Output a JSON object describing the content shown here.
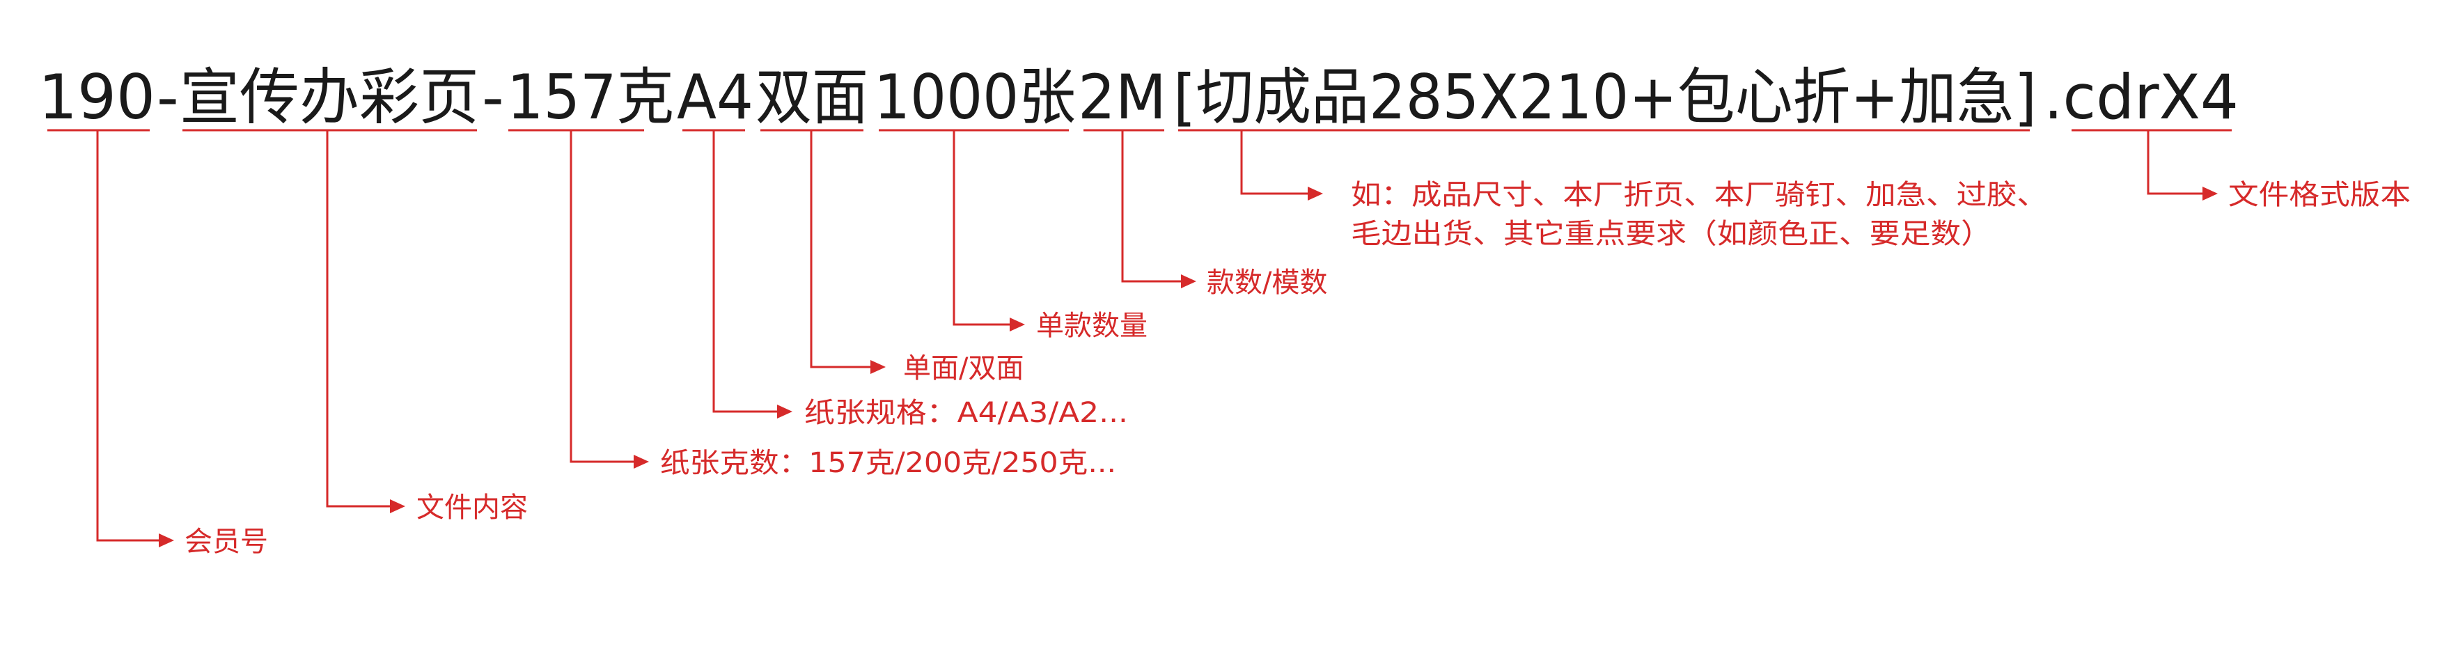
{
  "filename_segments": [
    "190",
    "-",
    "宣传办彩页",
    "-",
    "157克",
    "A4",
    "双面",
    "1000张",
    "2M",
    "[切成品285X210+包心折+加急]",
    ".cdrX4"
  ],
  "annotations": {
    "member_no": "会员号",
    "file_content": "文件内容",
    "paper_weight": "纸张克数：157克/200克/250克...",
    "paper_size": "纸张规格：A4/A3/A2...",
    "sides": "单面/双面",
    "quantity": "单款数量",
    "styles_molds": "款数/模数",
    "requirements_line1": "如：成品尺寸、本厂折页、本厂骑钉、加急、过胶、",
    "requirements_line2": "毛边出货、其它重点要求（如颜色正、要足数）",
    "file_format": "文件格式版本"
  },
  "colors": {
    "text": "#1a1a1a",
    "accent": "#d62a2a",
    "background": "#ffffff"
  }
}
